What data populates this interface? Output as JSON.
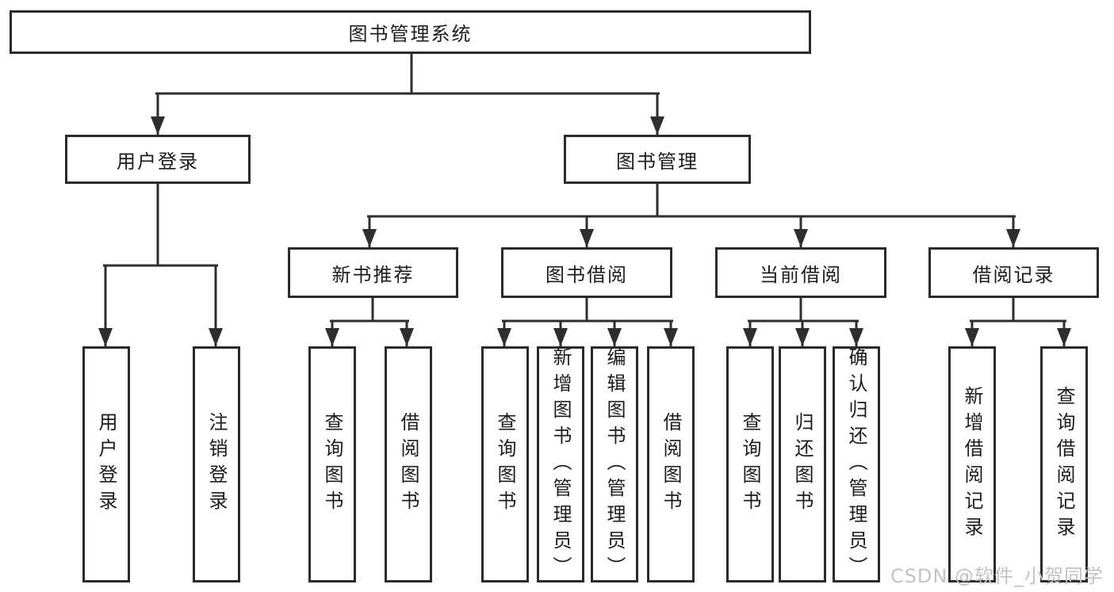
{
  "tree": {
    "root": {
      "label": "图书管理系统"
    },
    "children": [
      {
        "label": "用户登录",
        "children": [
          {
            "label": "用户登录"
          },
          {
            "label": "注销登录"
          }
        ]
      },
      {
        "label": "图书管理",
        "children": [
          {
            "label": "新书推荐",
            "children": [
              {
                "label": "查询图书"
              },
              {
                "label": "借阅图书"
              }
            ]
          },
          {
            "label": "图书借阅",
            "children": [
              {
                "label": "查询图书"
              },
              {
                "label": "新增图书（管理员）"
              },
              {
                "label": "编辑图书（管理员）"
              },
              {
                "label": "借阅图书"
              }
            ]
          },
          {
            "label": "当前借阅",
            "children": [
              {
                "label": "查询图书"
              },
              {
                "label": "归还图书"
              },
              {
                "label": "确认归还（管理员）"
              }
            ]
          },
          {
            "label": "借阅记录",
            "children": [
              {
                "label": "新增借阅记录"
              },
              {
                "label": "查询借阅记录"
              }
            ]
          }
        ]
      }
    ]
  },
  "watermark": {
    "text": "CSDN @软件_小贺同学"
  },
  "colors": {
    "line": "#2e2e2e",
    "box_border": "#2b2b2b",
    "box_fill": "#ffffff",
    "text": "#1c1c1c",
    "watermark": "#c3c3c3",
    "background": "#ffffff"
  }
}
